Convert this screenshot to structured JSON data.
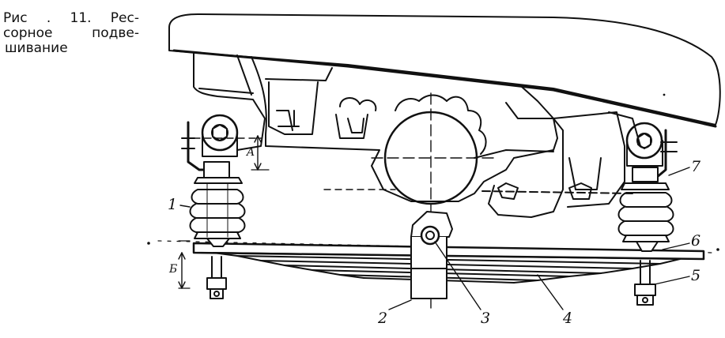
{
  "figure": {
    "caption_line1": "Рис . 11.   Рес-",
    "caption_line2": "сорное   подве-",
    "caption_line3": "шивание"
  },
  "callouts": [
    {
      "id": "1",
      "text": "1"
    },
    {
      "id": "2",
      "text": "2"
    },
    {
      "id": "3",
      "text": "3"
    },
    {
      "id": "4",
      "text": "4"
    },
    {
      "id": "5",
      "text": "5"
    },
    {
      "id": "6",
      "text": "6"
    },
    {
      "id": "7",
      "text": "7"
    }
  ],
  "dimensions": {
    "a_label": "A",
    "b_label": "Б"
  }
}
